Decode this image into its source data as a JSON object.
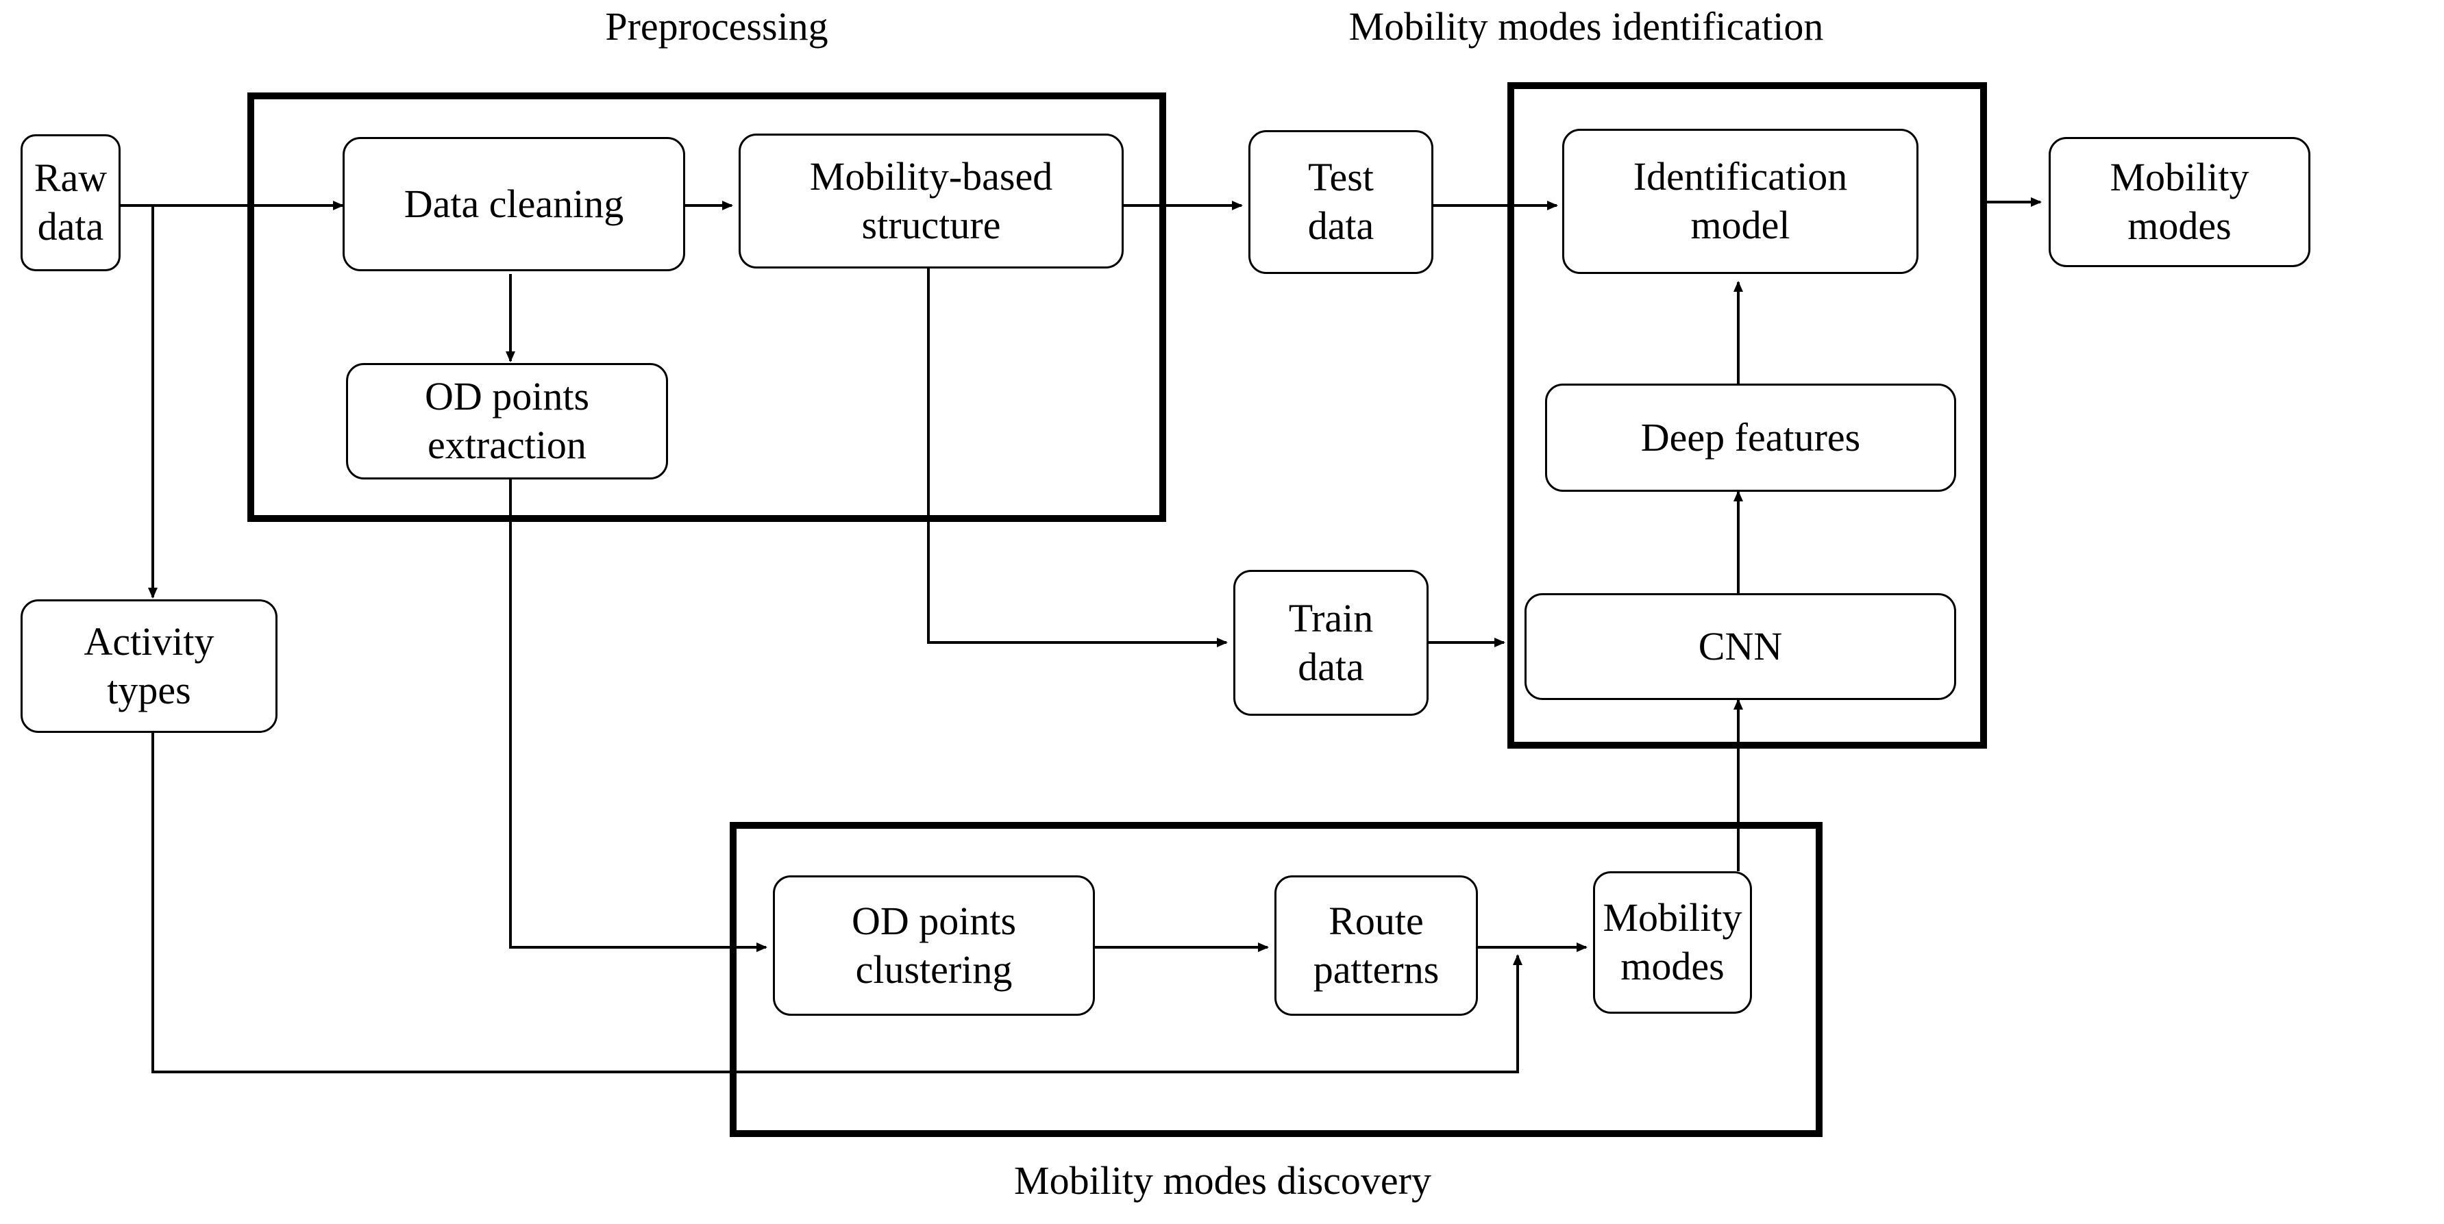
{
  "diagram": {
    "title_visible": false,
    "groups": [
      {
        "id": "preprocessing",
        "label": "Preprocessing",
        "label_pos": "top"
      },
      {
        "id": "identification",
        "label": "Mobility modes identification",
        "label_pos": "top"
      },
      {
        "id": "discovery",
        "label": "Mobility modes discovery",
        "label_pos": "bottom"
      }
    ],
    "nodes": [
      {
        "id": "raw-data",
        "label": "Raw\ndata",
        "group": null
      },
      {
        "id": "data-cleaning",
        "label": "Data cleaning",
        "group": "preprocessing"
      },
      {
        "id": "mobility-based-structure",
        "label": "Mobility-based\nstructure",
        "group": "preprocessing"
      },
      {
        "id": "od-points-extraction",
        "label": "OD points\nextraction",
        "group": "preprocessing"
      },
      {
        "id": "activity-types",
        "label": "Activity\ntypes",
        "group": null
      },
      {
        "id": "test-data",
        "label": "Test\ndata",
        "group": null
      },
      {
        "id": "train-data",
        "label": "Train\ndata",
        "group": null
      },
      {
        "id": "identification-model",
        "label": "Identification\nmodel",
        "group": "identification"
      },
      {
        "id": "deep-features",
        "label": "Deep features",
        "group": "identification"
      },
      {
        "id": "cnn",
        "label": "CNN",
        "group": "identification"
      },
      {
        "id": "mobility-modes-output",
        "label": "Mobility\nmodes",
        "group": null
      },
      {
        "id": "od-points-clustering",
        "label": "OD points\nclustering",
        "group": "discovery"
      },
      {
        "id": "route-patterns",
        "label": "Route\npatterns",
        "group": "discovery"
      },
      {
        "id": "mobility-modes-discovered",
        "label": "Mobility\nmodes",
        "group": "discovery"
      }
    ],
    "edges": [
      {
        "from": "raw-data",
        "to": "data-cleaning"
      },
      {
        "from": "raw-data",
        "to": "activity-types"
      },
      {
        "from": "data-cleaning",
        "to": "mobility-based-structure"
      },
      {
        "from": "data-cleaning",
        "to": "od-points-extraction"
      },
      {
        "from": "mobility-based-structure",
        "to": "test-data"
      },
      {
        "from": "mobility-based-structure",
        "to": "train-data"
      },
      {
        "from": "od-points-extraction",
        "to": "od-points-clustering"
      },
      {
        "from": "activity-types",
        "to": "route-patterns"
      },
      {
        "from": "test-data",
        "to": "identification-model"
      },
      {
        "from": "train-data",
        "to": "cnn"
      },
      {
        "from": "cnn",
        "to": "deep-features"
      },
      {
        "from": "deep-features",
        "to": "identification-model"
      },
      {
        "from": "identification-model",
        "to": "mobility-modes-output"
      },
      {
        "from": "od-points-clustering",
        "to": "route-patterns"
      },
      {
        "from": "route-patterns",
        "to": "mobility-modes-discovered"
      },
      {
        "from": "mobility-modes-discovered",
        "to": "cnn"
      }
    ],
    "colors": {
      "stroke": "#000000",
      "fill": "#ffffff",
      "background": "#ffffff"
    }
  }
}
